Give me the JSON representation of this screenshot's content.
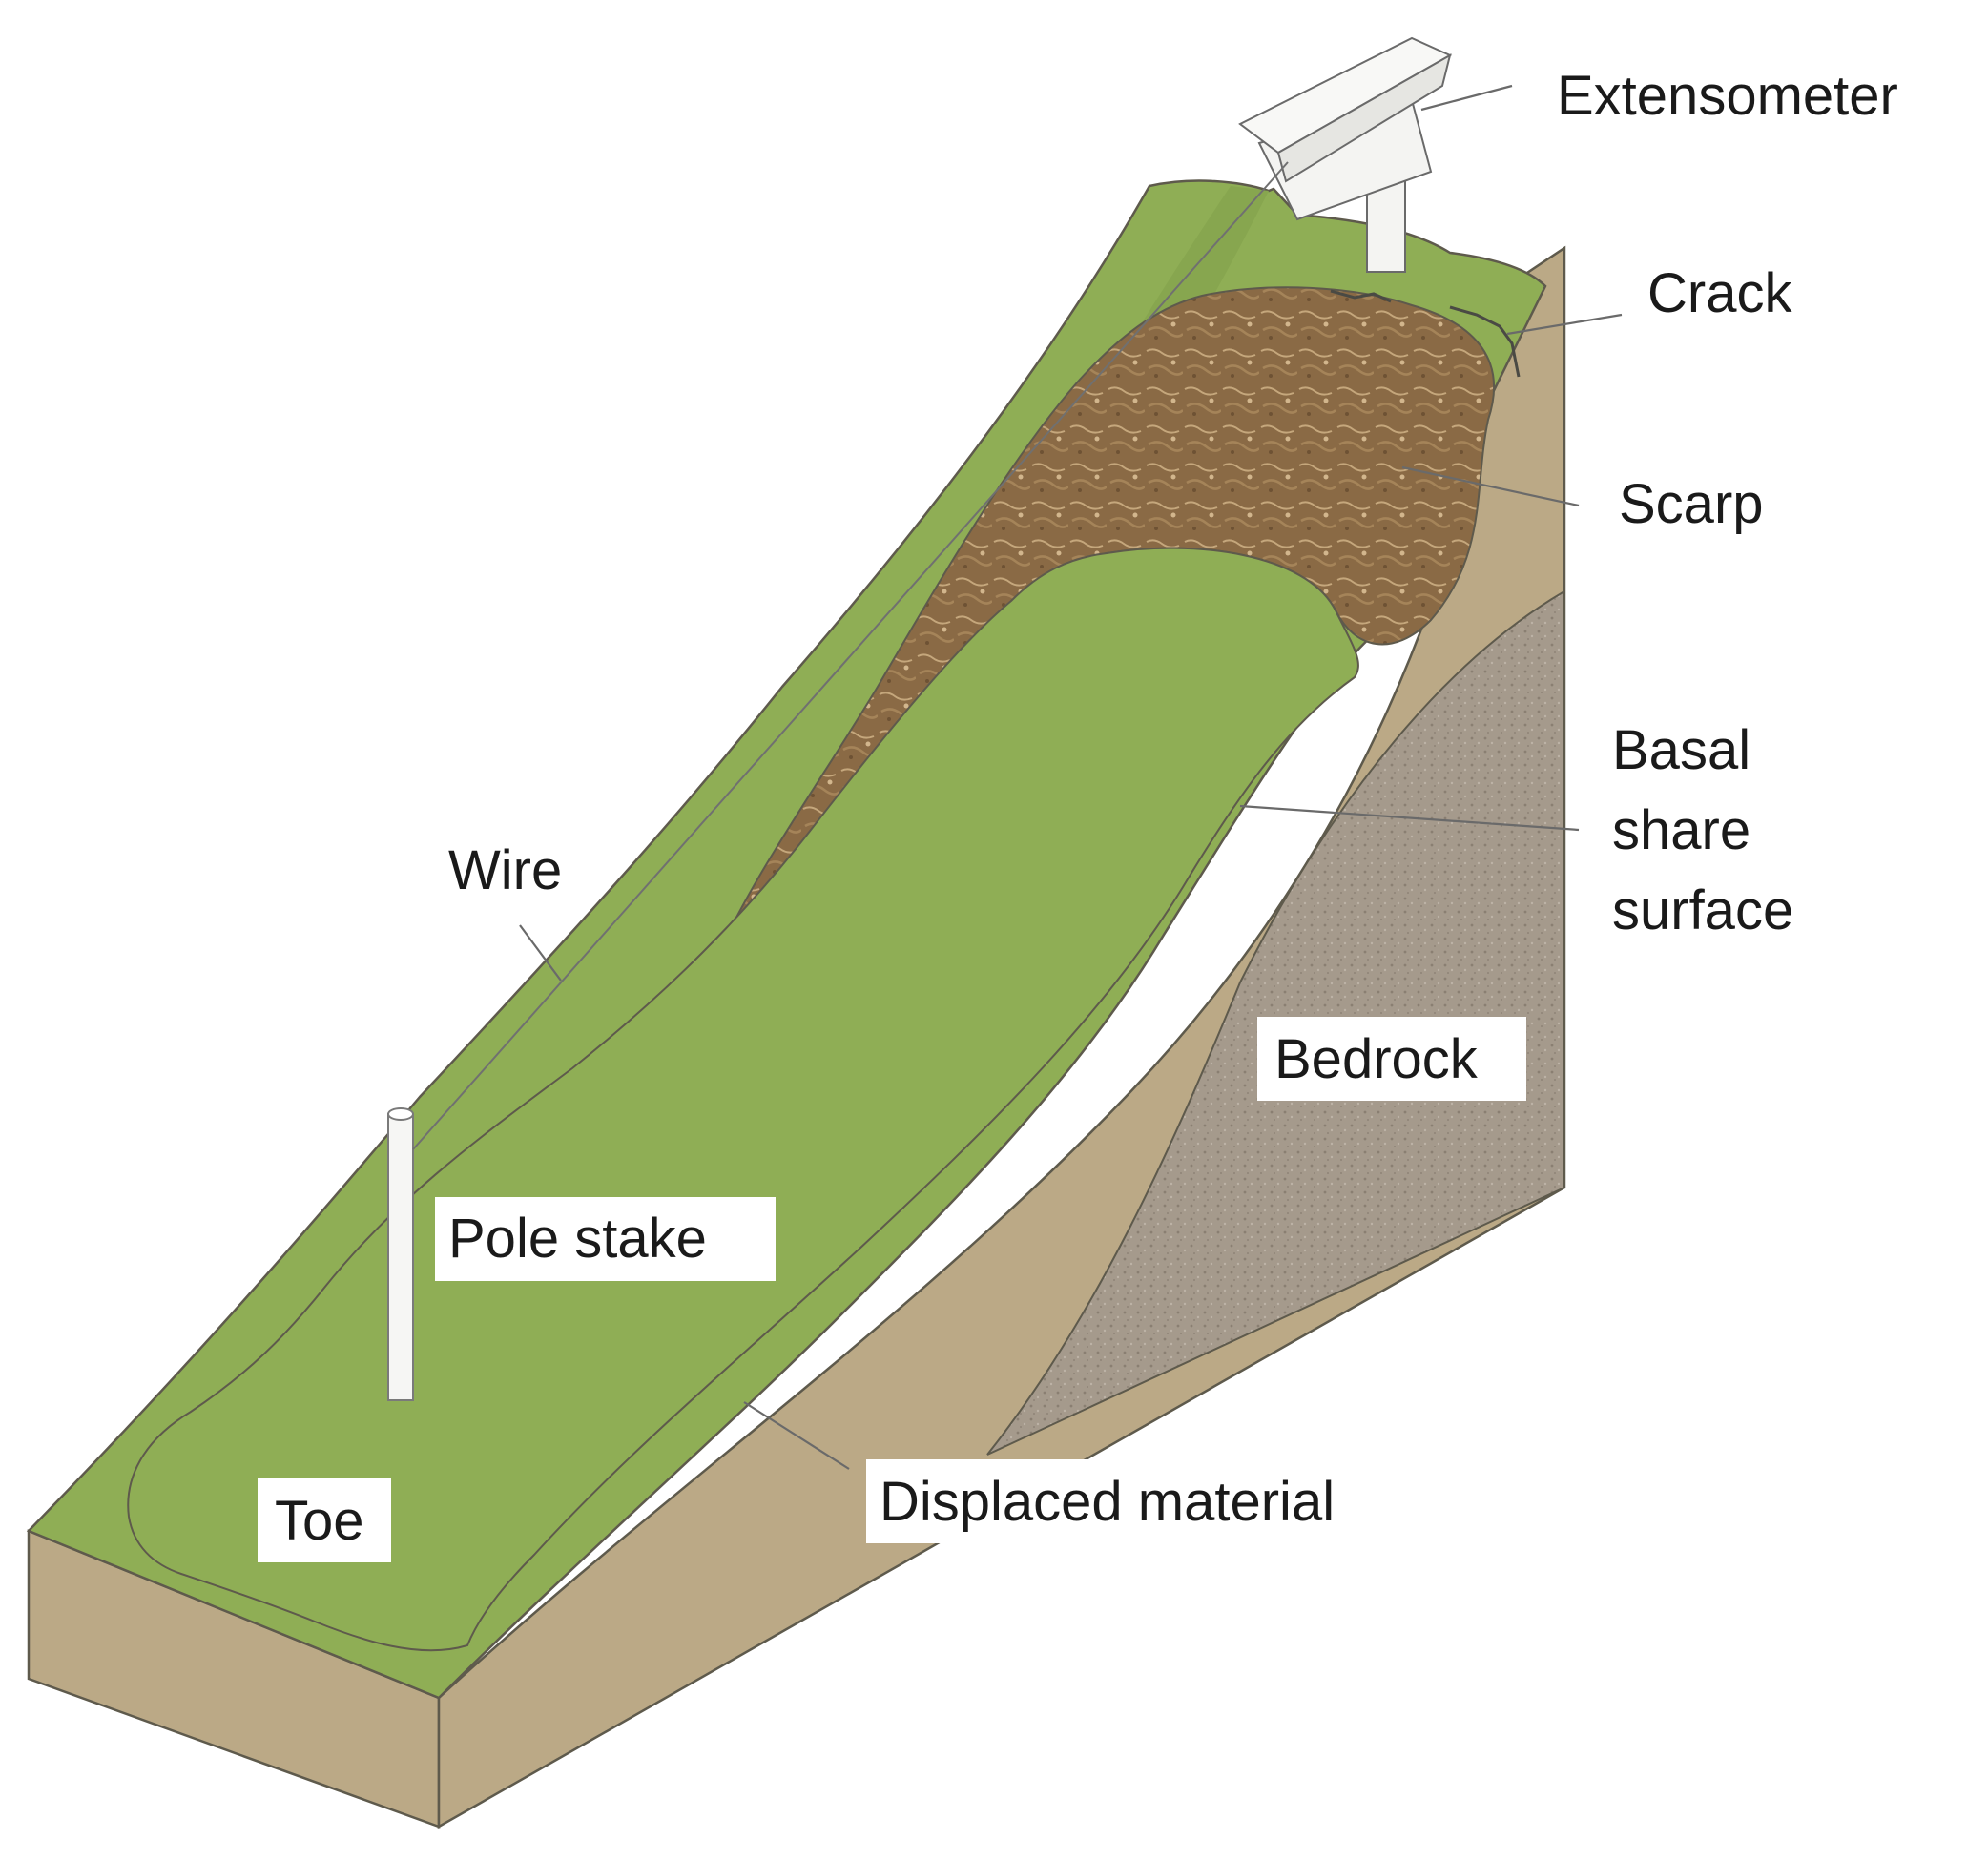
{
  "labels": {
    "extensometer": "Extensometer",
    "crack": "Crack",
    "scarp": "Scarp",
    "basal_line1": "Basal",
    "basal_line2": "share",
    "basal_line3": "surface",
    "wire": "Wire",
    "bedrock": "Bedrock",
    "pole_stake": "Pole stake",
    "toe": "Toe",
    "displaced_material": "Displaced material"
  },
  "colors": {
    "grass": "#8fae55",
    "grass_dark": "#7d9c46",
    "soil_block": "#bba986",
    "soil_edge": "#a8956f",
    "basal_layer": "#d8ceb8",
    "bedrock": "#a59a8c",
    "scarp": "#8a6a45",
    "scarp_light": "#c5a77c",
    "outline": "#5e5a4c"
  }
}
